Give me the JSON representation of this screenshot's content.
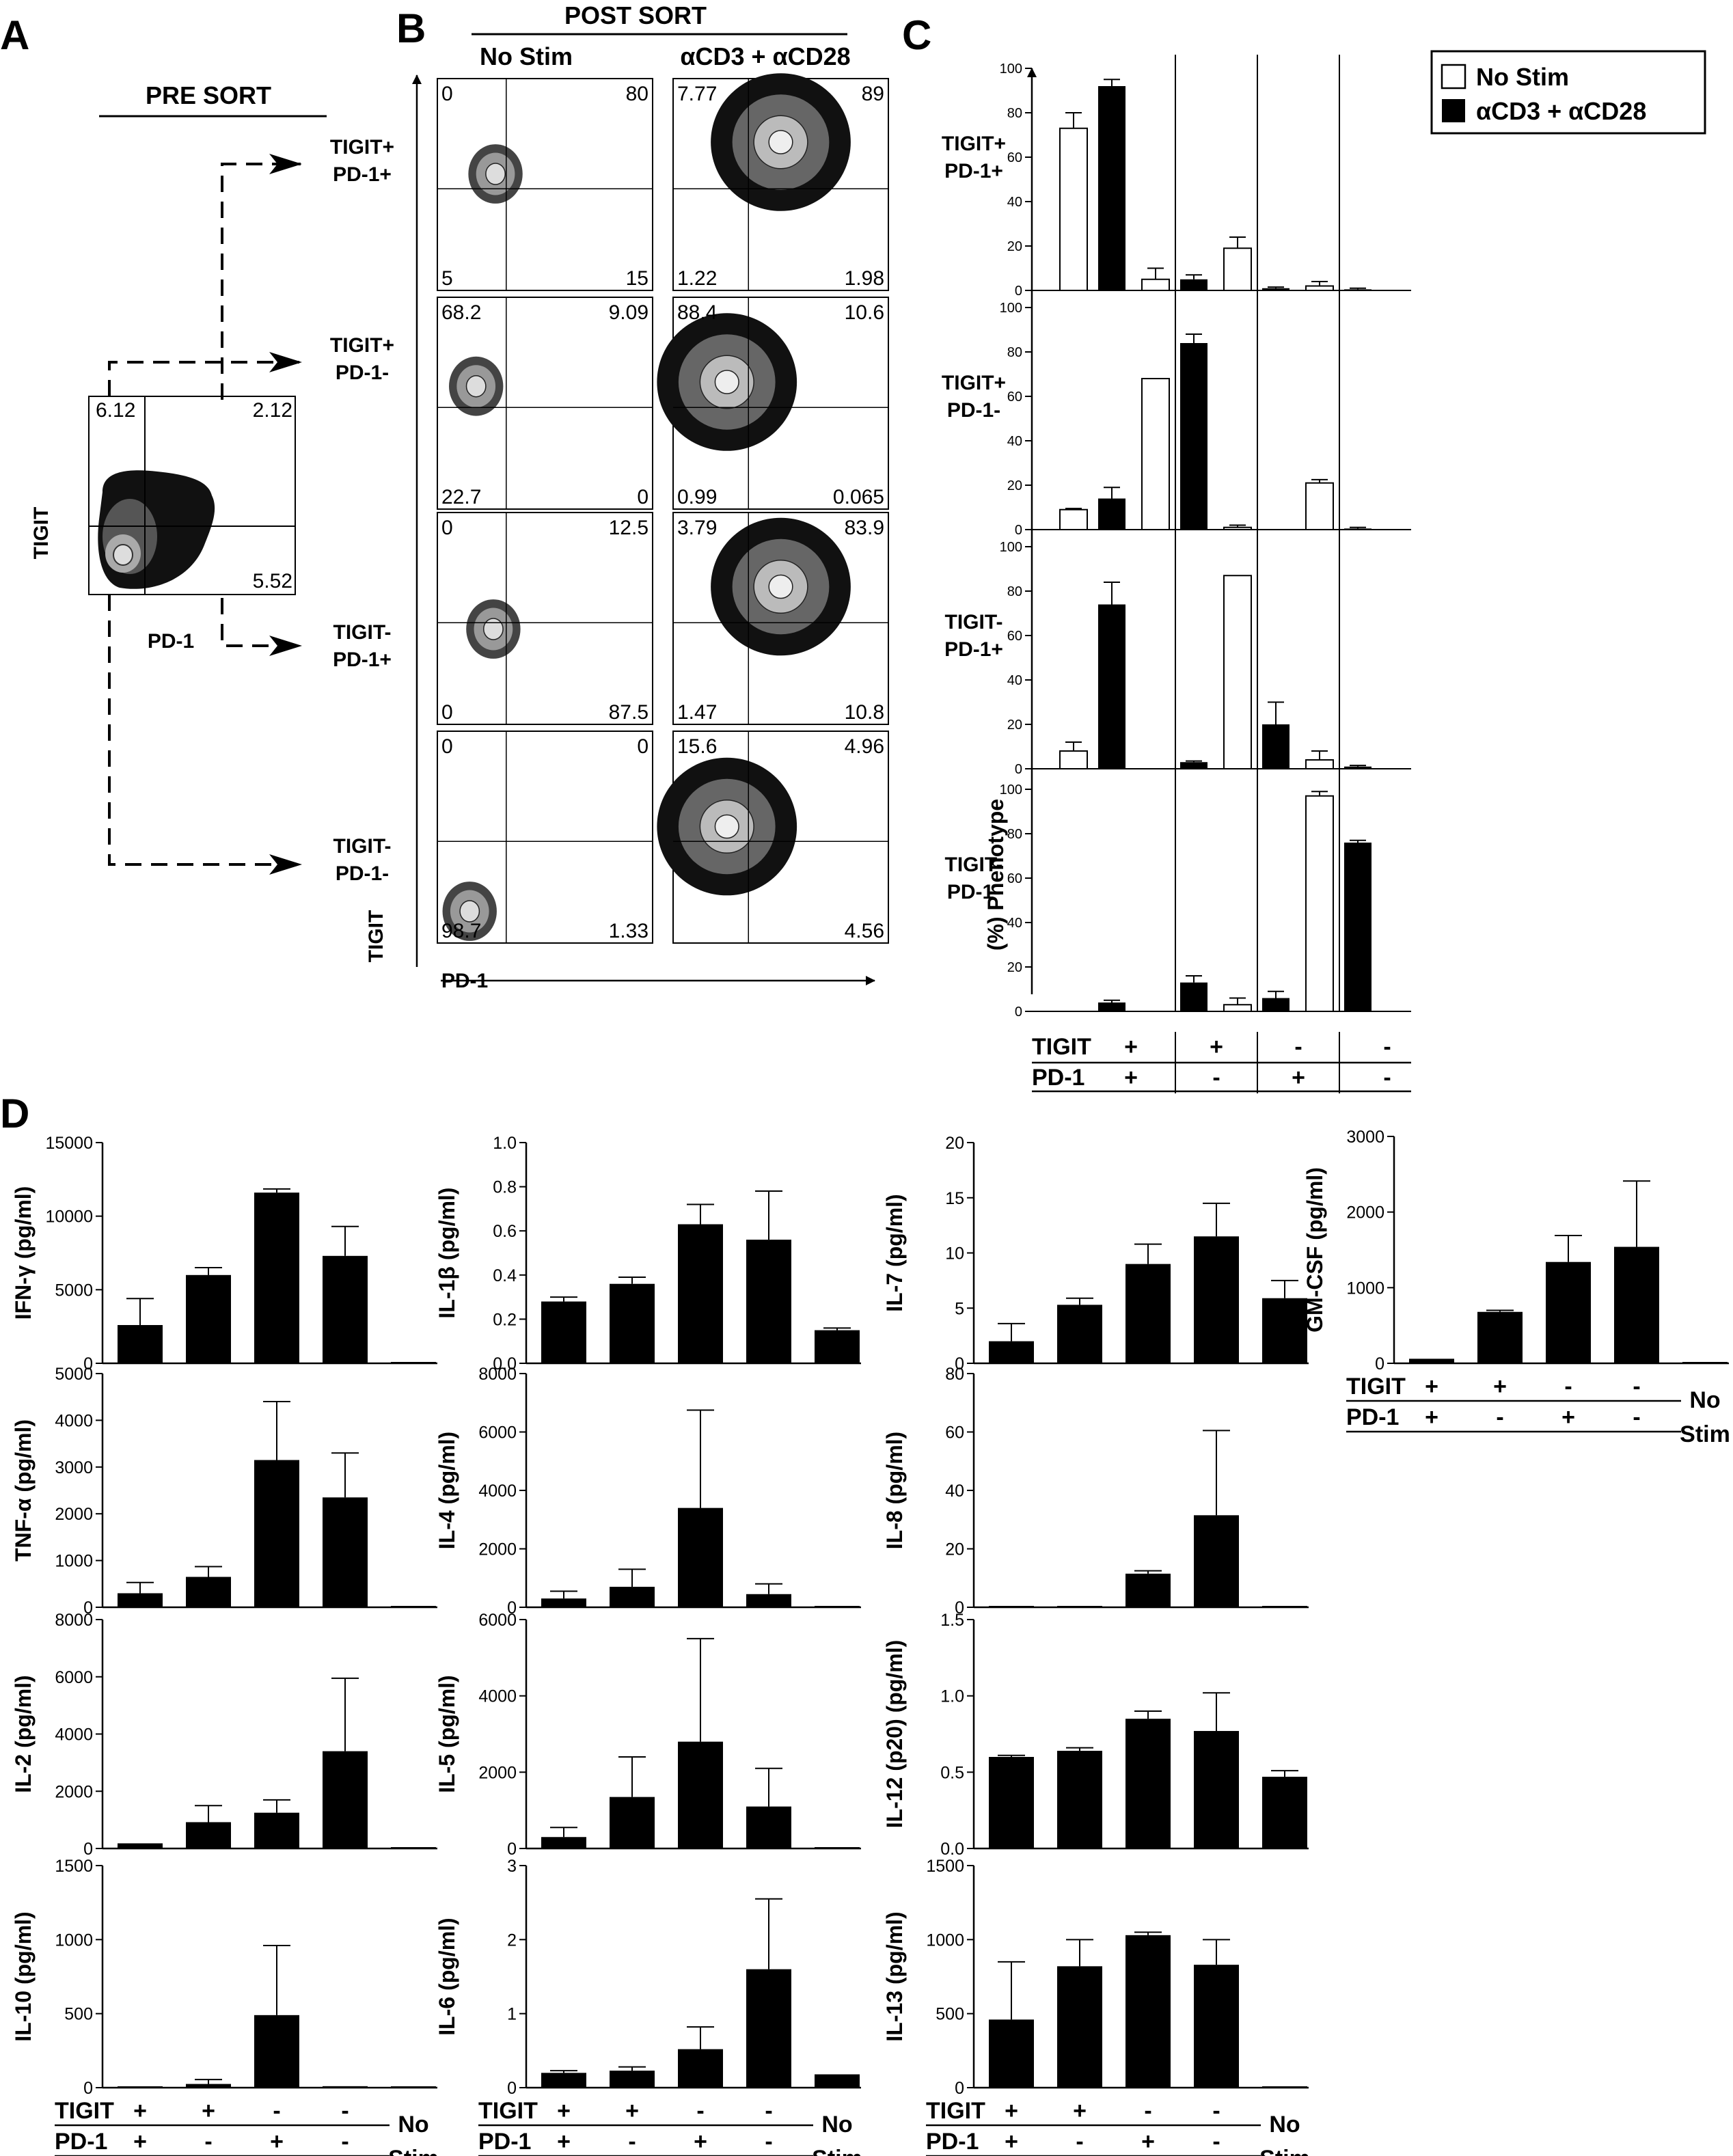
{
  "panels": {
    "A": "A",
    "B": "B",
    "C": "C",
    "D": "D"
  },
  "A": {
    "title": "PRE SORT",
    "xlabel": "PD-1",
    "ylabel": "TIGIT",
    "quadrants": [
      "6.12",
      "2.12",
      "5.52"
    ],
    "arrow_labels": [
      [
        "TIGIT+",
        "PD-1+"
      ],
      [
        "TIGIT+",
        "PD-1-"
      ],
      [
        "TIGIT-",
        "PD-1+"
      ],
      [
        "TIGIT-",
        "PD-1-"
      ]
    ]
  },
  "B": {
    "title": "POST SORT",
    "col_labels": [
      "No Stim",
      "αCD3 + αCD28"
    ],
    "xlabel": "PD-1",
    "ylabel": "TIGIT",
    "rows": [
      [
        [
          "0",
          "80",
          "5",
          "15"
        ],
        [
          "7.77",
          "89",
          "1.22",
          "1.98"
        ]
      ],
      [
        [
          "68.2",
          "9.09",
          "22.7",
          "0"
        ],
        [
          "88.4",
          "10.6",
          "0.99",
          "0.065"
        ]
      ],
      [
        [
          "0",
          "12.5",
          "0",
          "87.5"
        ],
        [
          "3.79",
          "83.9",
          "1.47",
          "10.8"
        ]
      ],
      [
        [
          "0",
          "0",
          "98.7",
          "1.33"
        ],
        [
          "15.6",
          "4.96",
          "",
          "4.56"
        ]
      ]
    ]
  },
  "C": {
    "legend": [
      "No Stim",
      "αCD3 + αCD28"
    ],
    "ylabel": "(%) Phenotype",
    "row_labels": [
      [
        "TIGIT+",
        "PD-1+"
      ],
      [
        "TIGIT+",
        "PD-1-"
      ],
      [
        "TIGIT-",
        "PD-1+"
      ],
      [
        "TIGIT-",
        "PD-1-"
      ]
    ],
    "signs": {
      "row1_label": "TIGIT",
      "row1": [
        "+",
        "+",
        "-",
        "-"
      ],
      "row2_label": "PD-1",
      "row2": [
        "+",
        "-",
        "+",
        "-"
      ]
    },
    "ticks": [
      "0",
      "20",
      "40",
      "60",
      "80",
      "100"
    ]
  },
  "D": {
    "sign_row1_label": "TIGIT",
    "sign_row2_label": "PD-1",
    "signs1": [
      "+",
      "+",
      "-",
      "-"
    ],
    "signs2": [
      "+",
      "-",
      "+",
      "-"
    ],
    "nostim": [
      "No",
      "Stim"
    ]
  },
  "chart_data": [
    {
      "type": "bar",
      "title": "C",
      "ylabel": "(%) Phenotype",
      "ylim": [
        0,
        100
      ],
      "groups": [
        "TIGIT+ PD-1+",
        "TIGIT+ PD-1-",
        "TIGIT- PD-1+",
        "TIGIT- PD-1-"
      ],
      "series_names": [
        "No Stim",
        "αCD3 + αCD28"
      ],
      "facets": [
        {
          "row": "TIGIT+ PD-1+",
          "no_stim": [
            73,
            5,
            19,
            2
          ],
          "stim": [
            92,
            5,
            1,
            0.5
          ],
          "no_stim_err": [
            7,
            5,
            5,
            2
          ],
          "stim_err": [
            3,
            2,
            0.5,
            0.5
          ]
        },
        {
          "row": "TIGIT+ PD-1-",
          "no_stim": [
            9,
            68,
            1,
            21
          ],
          "stim": [
            14,
            84,
            0,
            0.5
          ],
          "no_stim_err": [
            0.5,
            0,
            1,
            1.5
          ],
          "stim_err": [
            5,
            4,
            0,
            0.5
          ]
        },
        {
          "row": "TIGIT- PD-1+",
          "no_stim": [
            8,
            0,
            87,
            4
          ],
          "stim": [
            74,
            3,
            20,
            1
          ],
          "no_stim_err": [
            4,
            0,
            0,
            4
          ],
          "stim_err": [
            10,
            0.5,
            10,
            0.5
          ]
        },
        {
          "row": "TIGIT- PD-1-",
          "no_stim": [
            0,
            0,
            3,
            97
          ],
          "stim": [
            4,
            13,
            6,
            76
          ],
          "no_stim_err": [
            0,
            0,
            3,
            2
          ],
          "stim_err": [
            1,
            3,
            3,
            1
          ]
        }
      ]
    },
    {
      "type": "bar",
      "ylabel": "IFN-γ (pg/ml)",
      "categories": [
        "TIGIT+ PD-1+",
        "TIGIT+ PD-1-",
        "TIGIT- PD-1+",
        "TIGIT- PD-1-",
        "No Stim"
      ],
      "values": [
        2600,
        6000,
        11600,
        7300,
        50
      ],
      "errors": [
        1800,
        500,
        250,
        2000,
        0
      ],
      "ylim": [
        0,
        15000
      ],
      "ticks": [
        "0",
        "5000",
        "10000",
        "15000"
      ]
    },
    {
      "type": "bar",
      "ylabel": "TNF-α (pg/ml)",
      "categories": [
        "TIGIT+ PD-1+",
        "TIGIT+ PD-1-",
        "TIGIT- PD-1+",
        "TIGIT- PD-1-",
        "No Stim"
      ],
      "values": [
        300,
        650,
        3150,
        2350,
        10
      ],
      "errors": [
        230,
        220,
        1250,
        950,
        0
      ],
      "ylim": [
        0,
        5000
      ],
      "ticks": [
        "0",
        "1000",
        "2000",
        "3000",
        "4000",
        "5000"
      ]
    },
    {
      "type": "bar",
      "ylabel": "IL-2 (pg/ml)",
      "categories": [
        "TIGIT+ PD-1+",
        "TIGIT+ PD-1-",
        "TIGIT- PD-1+",
        "TIGIT- PD-1-",
        "No Stim"
      ],
      "values": [
        180,
        920,
        1250,
        3400,
        0
      ],
      "errors": [
        0,
        580,
        450,
        2550,
        0
      ],
      "ylim": [
        0,
        8000
      ],
      "ticks": [
        "0",
        "2000",
        "4000",
        "6000",
        "8000"
      ]
    },
    {
      "type": "bar",
      "ylabel": "IL-10 (pg/ml)",
      "categories": [
        "TIGIT+ PD-1+",
        "TIGIT+ PD-1-",
        "TIGIT- PD-1+",
        "TIGIT- PD-1-",
        "No Stim"
      ],
      "values": [
        5,
        25,
        490,
        10,
        0
      ],
      "errors": [
        0,
        30,
        470,
        0,
        0
      ],
      "ylim": [
        0,
        1500
      ],
      "ticks": [
        "0",
        "500",
        "1000",
        "1500"
      ]
    },
    {
      "type": "bar",
      "ylabel": "IL-1β (pg/ml)",
      "categories": [
        "TIGIT+ PD-1+",
        "TIGIT+ PD-1-",
        "TIGIT- PD-1+",
        "TIGIT- PD-1-",
        "No Stim"
      ],
      "values": [
        0.28,
        0.36,
        0.63,
        0.56,
        0.15
      ],
      "errors": [
        0.02,
        0.03,
        0.09,
        0.22,
        0.01
      ],
      "ylim": [
        0,
        1.0
      ],
      "ticks": [
        "0.0",
        "0.2",
        "0.4",
        "0.6",
        "0.8",
        "1.0"
      ]
    },
    {
      "type": "bar",
      "ylabel": "IL-4 (pg/ml)",
      "categories": [
        "TIGIT+ PD-1+",
        "TIGIT+ PD-1-",
        "TIGIT- PD-1+",
        "TIGIT- PD-1-",
        "No Stim"
      ],
      "values": [
        300,
        700,
        3400,
        450,
        0
      ],
      "errors": [
        250,
        600,
        3350,
        350,
        0
      ],
      "ylim": [
        0,
        8000
      ],
      "ticks": [
        "0",
        "2000",
        "4000",
        "6000",
        "8000"
      ]
    },
    {
      "type": "bar",
      "ylabel": "IL-5 (pg/ml)",
      "categories": [
        "TIGIT+ PD-1+",
        "TIGIT+ PD-1-",
        "TIGIT- PD-1+",
        "TIGIT- PD-1-",
        "No Stim"
      ],
      "values": [
        300,
        1350,
        2800,
        1100,
        0
      ],
      "errors": [
        250,
        1050,
        2700,
        1000,
        0
      ],
      "ylim": [
        0,
        6000
      ],
      "ticks": [
        "0",
        "2000",
        "4000",
        "6000"
      ]
    },
    {
      "type": "bar",
      "ylabel": "IL-6 (pg/ml)",
      "categories": [
        "TIGIT+ PD-1+",
        "TIGIT+ PD-1-",
        "TIGIT- PD-1+",
        "TIGIT- PD-1-",
        "No Stim"
      ],
      "values": [
        0.2,
        0.23,
        0.52,
        1.6,
        0.18
      ],
      "errors": [
        0.03,
        0.05,
        0.3,
        0.95,
        0
      ],
      "ylim": [
        0,
        3
      ],
      "ticks": [
        "0",
        "1",
        "2",
        "3"
      ]
    },
    {
      "type": "bar",
      "ylabel": "IL-7 (pg/ml)",
      "categories": [
        "TIGIT+ PD-1+",
        "TIGIT+ PD-1-",
        "TIGIT- PD-1+",
        "TIGIT- PD-1-",
        "No Stim"
      ],
      "values": [
        2,
        5.3,
        9,
        11.5,
        5.9
      ],
      "errors": [
        1.6,
        0.6,
        1.8,
        3,
        1.6
      ],
      "ylim": [
        0,
        20
      ],
      "ticks": [
        "0",
        "5",
        "10",
        "15",
        "20"
      ]
    },
    {
      "type": "bar",
      "ylabel": "IL-8 (pg/ml)",
      "categories": [
        "TIGIT+ PD-1+",
        "TIGIT+ PD-1-",
        "TIGIT- PD-1+",
        "TIGIT- PD-1-",
        "No Stim"
      ],
      "values": [
        0.3,
        0.3,
        11.5,
        31.5,
        0.3
      ],
      "errors": [
        0,
        0,
        1,
        29,
        0
      ],
      "ylim": [
        0,
        80
      ],
      "ticks": [
        "0",
        "20",
        "40",
        "60",
        "80"
      ]
    },
    {
      "type": "bar",
      "ylabel": "IL-12 (p20) (pg/ml)",
      "categories": [
        "TIGIT+ PD-1+",
        "TIGIT+ PD-1-",
        "TIGIT- PD-1+",
        "TIGIT- PD-1-",
        "No Stim"
      ],
      "values": [
        0.6,
        0.64,
        0.85,
        0.77,
        0.47
      ],
      "errors": [
        0.01,
        0.02,
        0.05,
        0.25,
        0.04
      ],
      "ylim": [
        0,
        1.5
      ],
      "ticks": [
        "0.0",
        "0.5",
        "1.0",
        "1.5"
      ]
    },
    {
      "type": "bar",
      "ylabel": "IL-13 (pg/ml)",
      "categories": [
        "TIGIT+ PD-1+",
        "TIGIT+ PD-1-",
        "TIGIT- PD-1+",
        "TIGIT- PD-1-",
        "No Stim"
      ],
      "values": [
        460,
        820,
        1030,
        830,
        5
      ],
      "errors": [
        390,
        180,
        20,
        170,
        0
      ],
      "ylim": [
        0,
        1500
      ],
      "ticks": [
        "0",
        "500",
        "1000",
        "1500"
      ]
    },
    {
      "type": "bar",
      "ylabel": "GM-CSF (pg/ml)",
      "categories": [
        "TIGIT+ PD-1+",
        "TIGIT+ PD-1-",
        "TIGIT- PD-1+",
        "TIGIT- PD-1-",
        "No Stim"
      ],
      "values": [
        60,
        680,
        1340,
        1540,
        0
      ],
      "errors": [
        0,
        20,
        350,
        870,
        0
      ],
      "ylim": [
        0,
        3000
      ],
      "ticks": [
        "0",
        "1000",
        "2000",
        "3000"
      ]
    }
  ]
}
